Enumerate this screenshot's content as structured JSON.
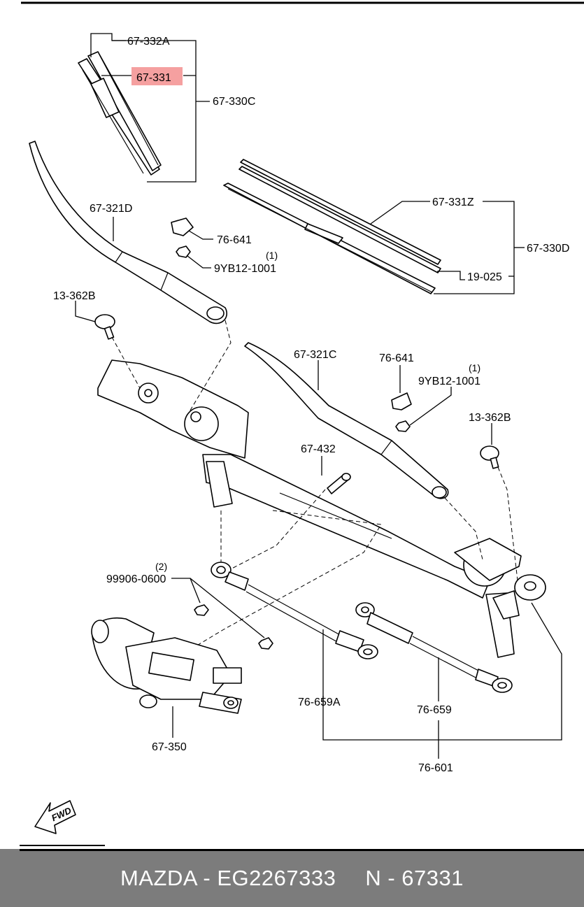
{
  "labels": {
    "p_67_332A": "67-332A",
    "p_67_331": "67-331",
    "p_67_330C": "67-330C",
    "p_67_321D": "67-321D",
    "p_76_641_a": "76-641",
    "p_9YB12_1001_a": "9YB12-1001",
    "qty_9YB12_a": "(1)",
    "p_67_331Z": "67-331Z",
    "p_67_330D": "67-330D",
    "p_19_025": "19-025",
    "p_13_362B_a": "13-362B",
    "p_67_321C": "67-321C",
    "p_76_641_b": "76-641",
    "p_9YB12_1001_b": "9YB12-1001",
    "qty_9YB12_b": "(1)",
    "p_13_362B_b": "13-362B",
    "p_67_432": "67-432",
    "p_99906_0600": "99906-0600",
    "qty_99906": "(2)",
    "p_76_659A": "76-659A",
    "p_76_659": "76-659",
    "p_67_350": "67-350",
    "p_76_601": "76-601",
    "fwd": "FWD"
  },
  "highlight_color": "#f5a0a0",
  "footer": {
    "brand_part": "MAZDA - EG2267333",
    "ref": "N - 67331"
  }
}
